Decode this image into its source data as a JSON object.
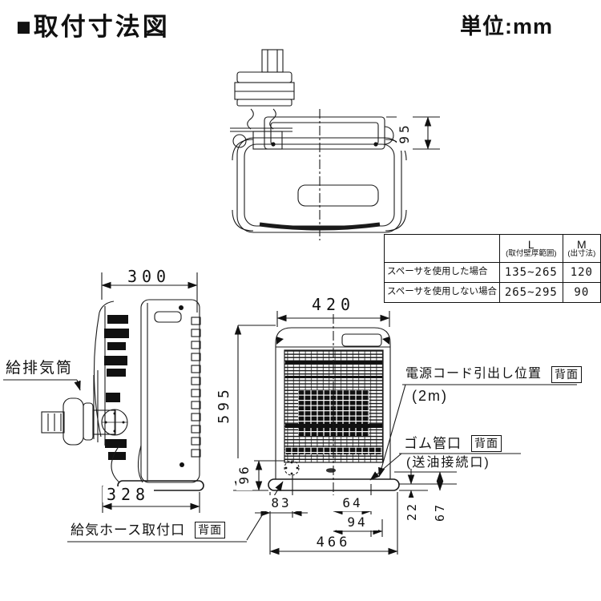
{
  "page": {
    "title": "■取付寸法図",
    "unit": "単位:mm"
  },
  "spec_table": {
    "headers": {
      "l_title": "L",
      "l_sub": "(取付壁厚範囲)",
      "m_title": "M",
      "m_sub": "(出寸法)"
    },
    "rows": [
      {
        "label": "スペーサを使用した場合",
        "l": "135~265",
        "m": "120"
      },
      {
        "label": "スペーサを使用しない場合",
        "l": "265~295",
        "m": "90"
      }
    ]
  },
  "labels": {
    "flue_pipe": "給排気筒",
    "power_cord": "電源コード引出し位置",
    "power_cord_note": "(2m)",
    "rubber_port": "ゴム管口",
    "rubber_port_note": "(送油接続口)",
    "intake_hose": "給気ホース取付口",
    "back_badge": "背面"
  },
  "dimensions": {
    "duct_depth": "95",
    "side_top_width": "300",
    "side_base_width": "328",
    "front_width": "420",
    "front_height": "595",
    "hose_port_height": "96",
    "hose_port_offset": "83",
    "dim_64": "64",
    "dim_94": "94",
    "base_width": "466",
    "dim_22": "22",
    "dim_67": "67"
  }
}
